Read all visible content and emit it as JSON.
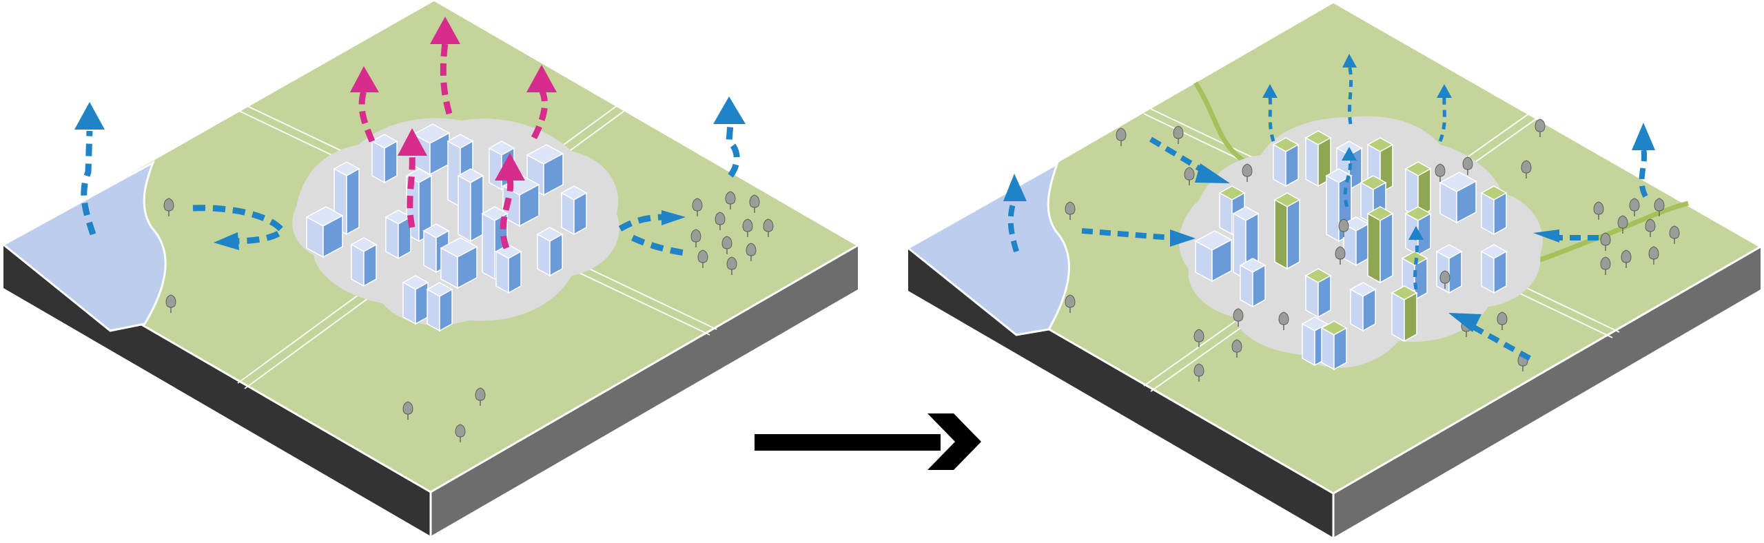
{
  "diagram": {
    "panels": [
      {
        "id": "before",
        "heat_flow": "upward-and-outward",
        "features": [
          "river",
          "roads",
          "dense-building-cluster",
          "tree-groves",
          "heat-arrows",
          "air-flow-arrows"
        ]
      },
      {
        "id": "after",
        "heat_flow": "ventilated",
        "features": [
          "river",
          "roads",
          "green-corridor",
          "mixed-green-buildings",
          "tree-groves",
          "wind-channel-arrows"
        ]
      }
    ],
    "transition_arrow": "right-arrow"
  },
  "colors": {
    "ground": "#c5d49a",
    "river": "#bccded",
    "slab_dark": "#333333",
    "slab_grey": "#6e6d6d",
    "halo": "#dcdcdc",
    "building_blue": "#6a9bd8",
    "building_light": "#c7d4f2",
    "building_green": "#9bb859",
    "heat_arrow": "#d82c8c",
    "wind_arrow": "#1f83c7",
    "green_corridor": "#a4c15a",
    "tree": "#8a8d88"
  }
}
